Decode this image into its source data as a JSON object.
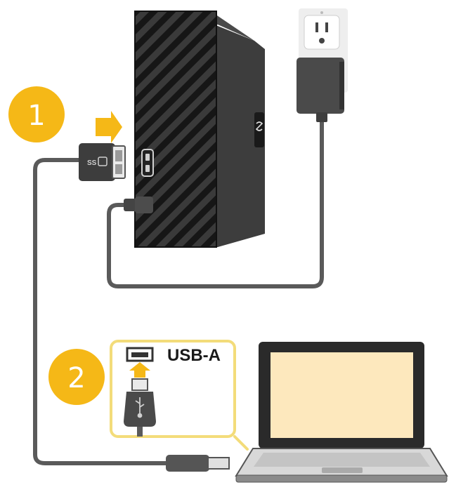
{
  "steps": [
    {
      "number": "1"
    },
    {
      "number": "2"
    }
  ],
  "callout": {
    "port_label": "USB-A"
  },
  "port_markings": {
    "micro_b": "SS"
  },
  "colors": {
    "step_badge": "#f5b817",
    "callout_border": "#f3dc7a",
    "arrow": "#f5b817",
    "drive_body": "#2b2b2b",
    "cable": "#555555",
    "laptop_screen": "#fde8bd"
  }
}
